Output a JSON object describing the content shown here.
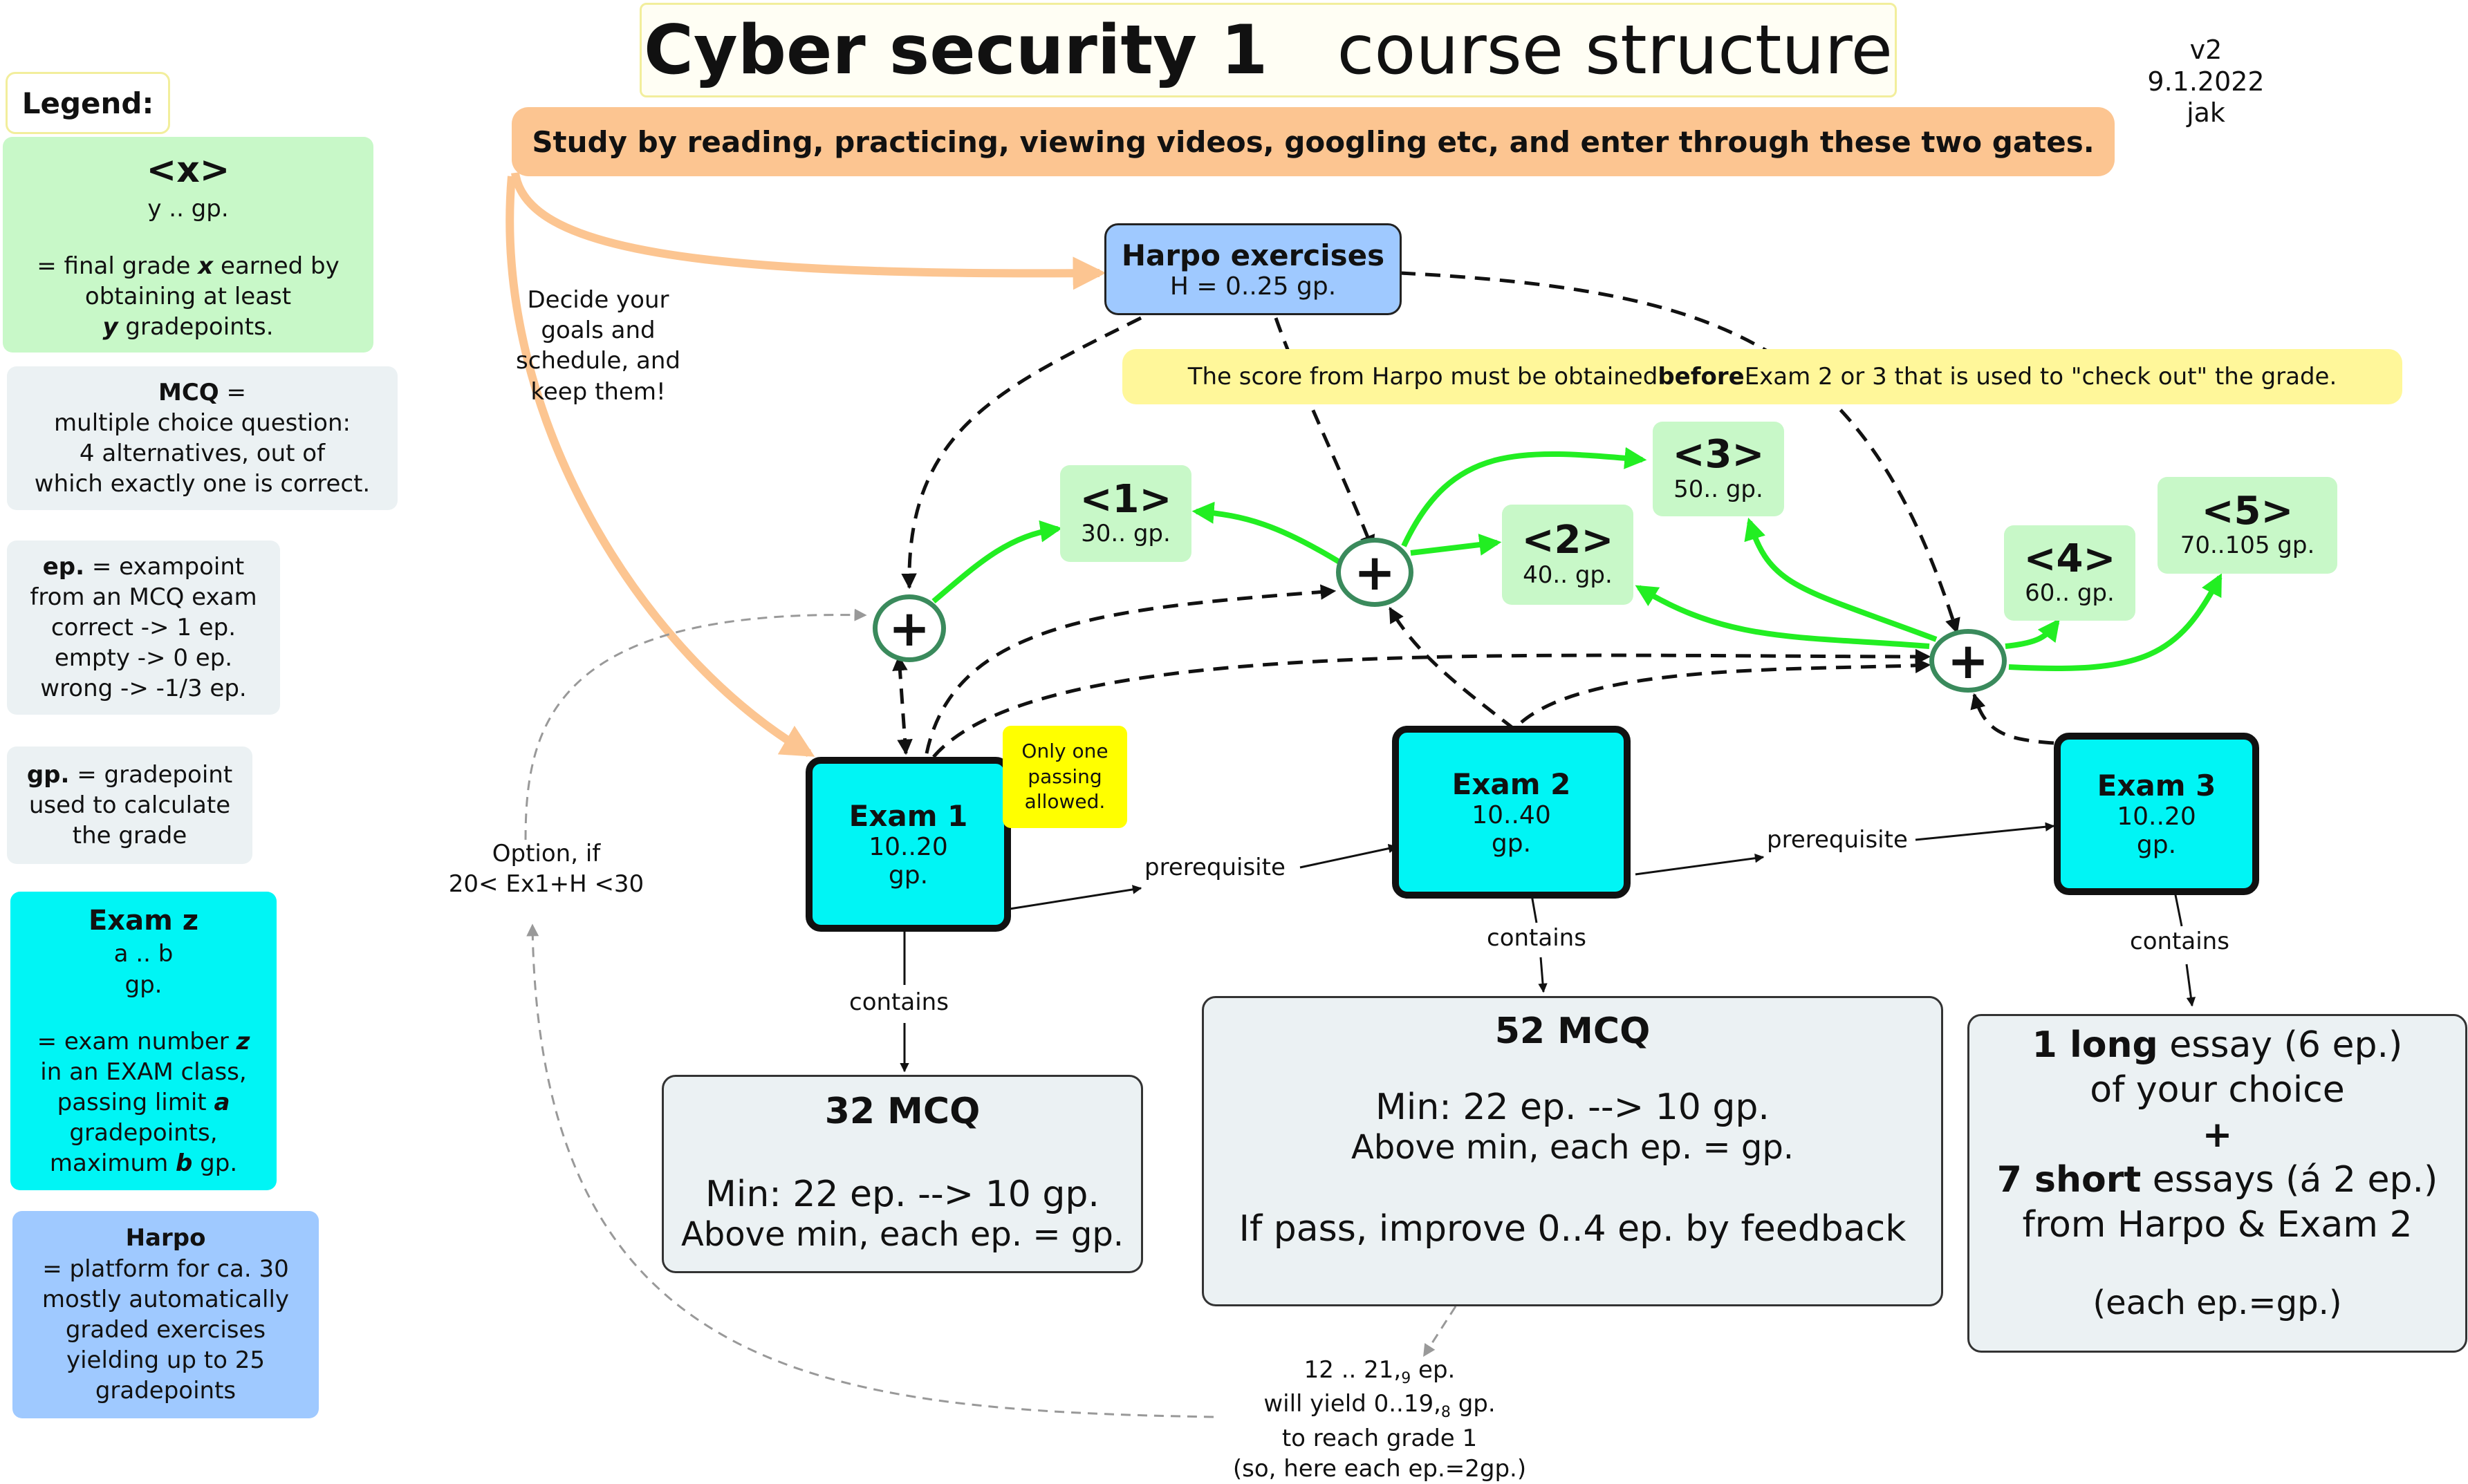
{
  "title": {
    "bold": "Cyber security 1",
    "rest": "course structure"
  },
  "version": {
    "v": "v2",
    "date": "9.1.2022",
    "author": "jak"
  },
  "banner": "Study by reading, practicing, viewing videos, googling etc, and enter through these two gates.",
  "decide_note": [
    "Decide your",
    "goals and",
    "schedule, and",
    "keep them!"
  ],
  "harpo_box": {
    "title": "Harpo exercises",
    "range": "H = 0..25 gp."
  },
  "harpo_note": {
    "pre": "The score from Harpo must be obtained ",
    "bold": "before",
    "post": " Exam 2 or 3 that is used to \"check out\" the grade."
  },
  "plus_symbol": "+",
  "grades": [
    {
      "label": "<1>",
      "points": "30.. gp."
    },
    {
      "label": "<2>",
      "points": "40.. gp."
    },
    {
      "label": "<3>",
      "points": "50.. gp."
    },
    {
      "label": "<4>",
      "points": "60.. gp."
    },
    {
      "label": "<5>",
      "points": "70..105 gp."
    }
  ],
  "exams": [
    {
      "name": "Exam 1",
      "range1": "10..20",
      "range2": "gp."
    },
    {
      "name": "Exam 2",
      "range1": "10..40",
      "range2": "gp."
    },
    {
      "name": "Exam 3",
      "range1": "10..20",
      "range2": "gp."
    }
  ],
  "only_one": [
    "Only one",
    "passing",
    "allowed."
  ],
  "edge_labels": {
    "prerequisite": "prerequisite",
    "contains": "contains"
  },
  "option_note": [
    "Option, if",
    "20< Ex1+H <30"
  ],
  "mcq1": {
    "title": "32 MCQ",
    "line1": "Min: 22 ep. --> 10 gp.",
    "line2": "Above min, each ep. = gp."
  },
  "mcq2": {
    "title": "52 MCQ",
    "line1": "Min: 22 ep. --> 10 gp.",
    "line2": "Above min, each ep. = gp.",
    "line3": "If pass, improve 0..4 ep. by feedback"
  },
  "essay": {
    "l1_bold": "1 long",
    "l1_rest": " essay (6 ep.)",
    "l2": "of your choice",
    "plus": "+",
    "l4_bold": "7 short",
    "l4_rest": " essays (á 2 ep.)",
    "l5": "from Harpo & Exam 2",
    "l6": "(each ep.=gp.)"
  },
  "yield_note": {
    "l1": "12 .. 21,",
    "l1_sub": "9",
    "l1_end": " ep.",
    "l2": "will yield 0..19,",
    "l2_sub": "8",
    "l2_end": " gp.",
    "l3": "to reach grade 1",
    "l4": "(so, here each ep.=2gp.)"
  },
  "legend": {
    "heading": "Legend:",
    "x": {
      "title": "<x>",
      "l1": "y ..  gp.",
      "l2": "= final grade ",
      "l2_em": "x",
      "l2_end": "  earned by",
      "l3": "obtaining at least",
      "l4_em": "y",
      "l4_end": "  gradepoints."
    },
    "mcq": {
      "title": "MCQ",
      "title_end": " =",
      "l1": "multiple choice question:",
      "l2": "4 alternatives, out of",
      "l3": "which exactly one is correct."
    },
    "ep": {
      "title": "ep.",
      "title_end": " = exampoint",
      "l1": "from an MCQ exam",
      "l2": "correct -> 1 ep.",
      "l3": "empty -> 0 ep.",
      "l4": "wrong -> -1/3 ep."
    },
    "gp": {
      "title": "gp.",
      "title_end": " = gradepoint",
      "l1": "used to calculate",
      "l2": "the grade"
    },
    "examz": {
      "title": "Exam z",
      "l1": "a .. b",
      "l2": "gp.",
      "l3": "= exam number ",
      "l3_em": "z",
      "l4": "in an EXAM class,",
      "l5": "passing limit ",
      "l5_em": "a",
      "l6": "gradepoints,",
      "l7": "maximum ",
      "l7_em": "b",
      "l7_end": "  gp."
    },
    "harpo": {
      "title": "Harpo",
      "l1": "= platform for ca. 30",
      "l2": "mostly automatically",
      "l3": "graded exercises",
      "l4": "yielding up to 25",
      "l5": "gradepoints"
    }
  },
  "colors": {
    "green_arrow": "#22ee22",
    "orange_arrow": "#fcc591",
    "exam_fill": "#00f5f5",
    "grade_fill": "#c8f8c8",
    "harpo_fill": "#9fc9ff"
  }
}
